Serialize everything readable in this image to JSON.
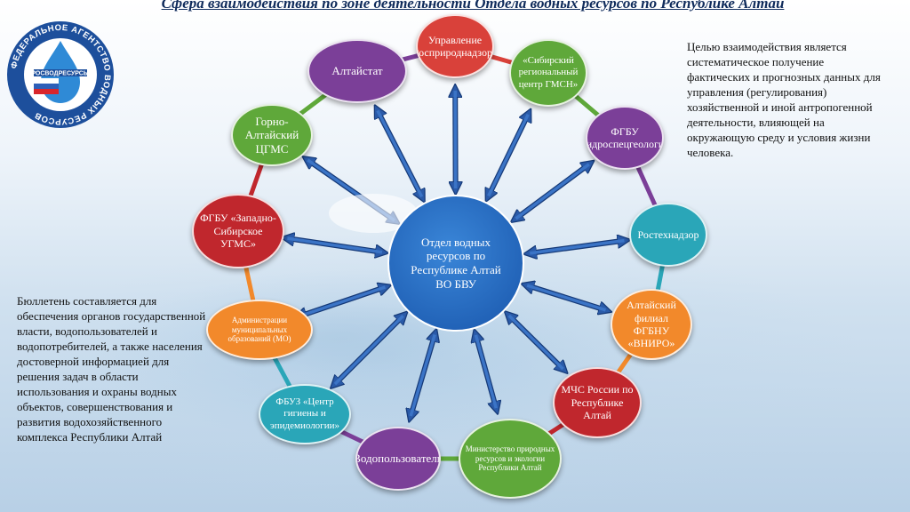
{
  "title": "Сфера взаимодействия по зоне деятельности Отдела водных ресурсов по Республике Алтай",
  "logo": {
    "ring_text": "ФЕДЕРАЛЬНОЕ АГЕНТСТВО ВОДНЫХ РЕСУРСОВ",
    "brand": "РОСВОДРЕСУРСЫ"
  },
  "right_text": "Целью взаимодействия является систематическое получение фактических и прогнозных данных для управления (регулирования) хозяйственной и иной антропогенной деятельности, влияющей на окружающую среду и условия жизни человека.",
  "left_text": "Бюллетень составляется для обеспечения органов государственной власти, водопользователей и водопотребителей, а также населения достоверной информацией для решения задач в области использования и охраны водных объектов, совершенствования и развития водохозяйственного комплекса Республики Алтай",
  "center": {
    "label": "Отдел водных ресурсов по Республике Алтай ВО БВУ"
  },
  "nodes": [
    {
      "id": "rosprirod",
      "label": "Управление Росприроднадзора",
      "color": "#d9413a"
    },
    {
      "id": "sib-center",
      "label": "«Сибирский региональный центр ГМСН»",
      "color": "#5fa83a"
    },
    {
      "id": "gidrospec",
      "label": "ФГБУ «Гидроспецгеология»",
      "color": "#7b3f98"
    },
    {
      "id": "rostehnadzor",
      "label": "Ростехнадзор",
      "color": "#2aa6b8"
    },
    {
      "id": "vniro",
      "label": "Алтайский филиал ФГБНУ «ВНИРО»",
      "color": "#f2892b"
    },
    {
      "id": "mchs",
      "label": "МЧС России по Республике Алтай",
      "color": "#c0272d"
    },
    {
      "id": "minprirod",
      "label": "Министерство природных ресурсов и экологии Республики Алтай",
      "color": "#5fa83a"
    },
    {
      "id": "vodopolz",
      "label": "Водопользователи",
      "color": "#7b3f98"
    },
    {
      "id": "fbuz",
      "label": "ФБУЗ «Центр гигиены и эпидемиологии»",
      "color": "#2aa6b8"
    },
    {
      "id": "admin-mo",
      "label": "Администрации муниципальных образований (МО)",
      "color": "#f2892b"
    },
    {
      "id": "zapsib",
      "label": "ФГБУ «Западно-Сибирское УГМС»",
      "color": "#c0272d"
    },
    {
      "id": "gorno-altai",
      "label": "Горно-Алтайский ЦГМС",
      "color": "#5fa83a"
    },
    {
      "id": "altaistat",
      "label": "Алтайстат",
      "color": "#7b3f98"
    }
  ]
}
